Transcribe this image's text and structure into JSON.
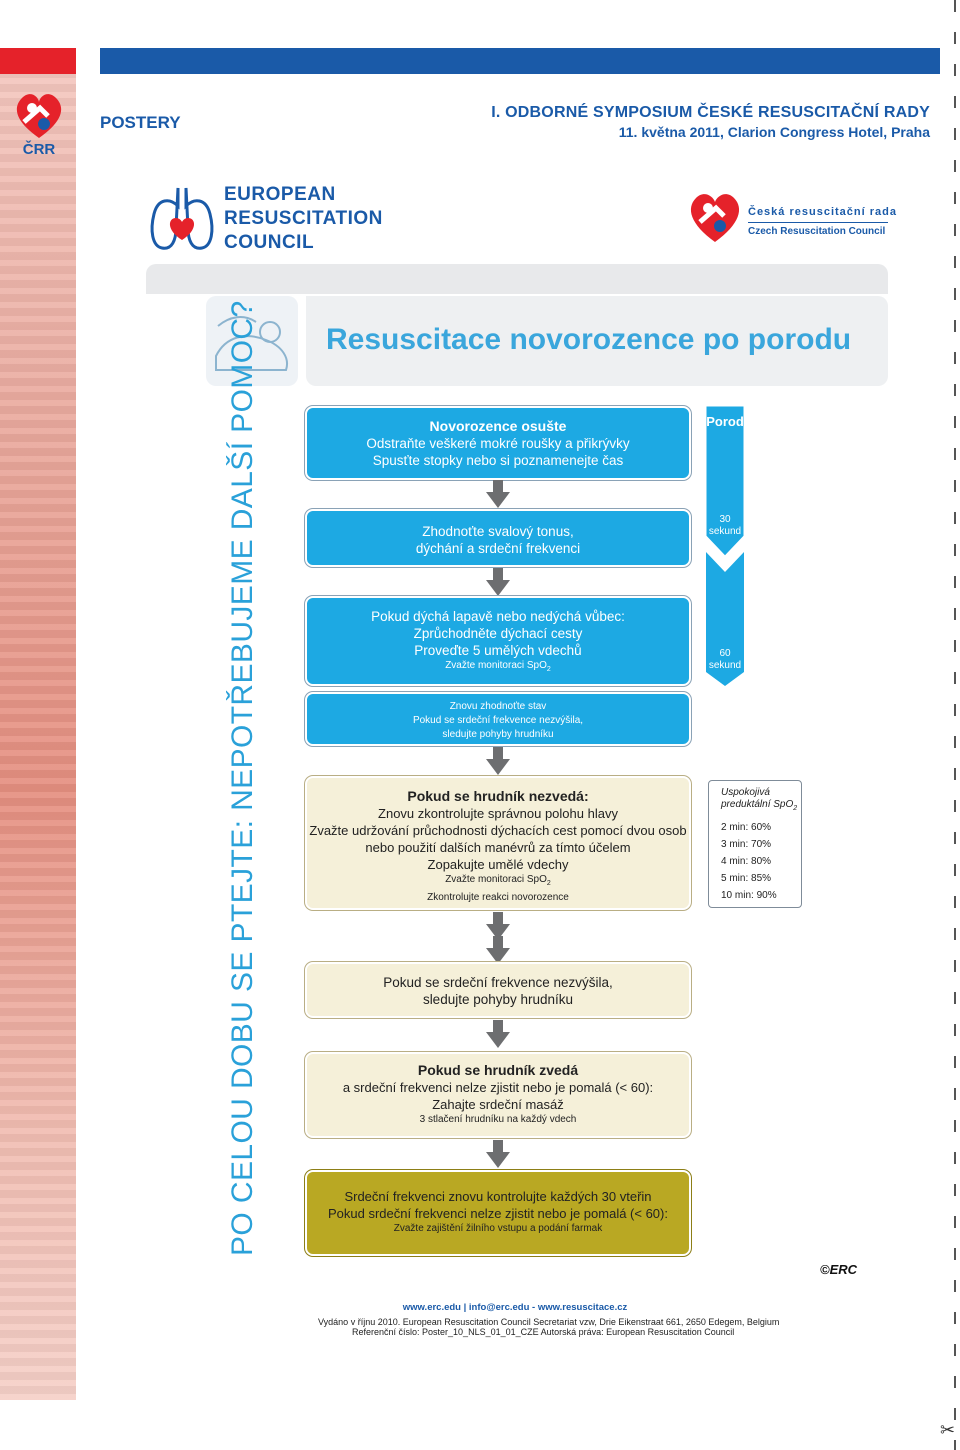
{
  "header": {
    "section_label": "POSTERY",
    "symposium_title": "I. ODBORNÉ SYMPOSIUM ČESKÉ RESUSCITAČNÍ RADY",
    "symposium_date": "11. května 2011, Clarion Congress Hotel, Praha",
    "crr_logo_text": "ČRR"
  },
  "poster": {
    "erc_line1": "EUROPEAN",
    "erc_line2": "RESUSCITATION",
    "erc_line3": "COUNCIL",
    "cz_line1": "Česká resuscitační rada",
    "cz_line2": "Czech Resuscitation Council",
    "title": "Resuscitace novorozence po porodu",
    "vertical_text": "PO CELOU DOBU SE PTEJTE: NEPOTŘEBUJEME DALŠÍ POMOC?"
  },
  "flow": {
    "b1_title": "Novorozence osušte",
    "b1_l1": "Odstraňte veškeré mokré roušky a přikrývky",
    "b1_l2": "Spusťte stopky nebo si poznamenejte čas",
    "b2_l1": "Zhodnoťte svalový tonus,",
    "b2_l2": "dýchání a srdeční frekvenci",
    "b3_l1": "Pokud dýchá lapavě nebo nedýchá vůbec:",
    "b3_l2": "Zprůchodněte dýchací cesty",
    "b3_l3": "Proveďte 5 umělých vdechů",
    "b3_l4": "Zvažte monitoraci SpO",
    "b4_l1": "Znovu zhodnoťte stav",
    "b4_l2": "Pokud se srdeční frekvence nezvýšila,",
    "b4_l3": "sledujte pohyby hrudníku",
    "b5_title": "Pokud se hrudník nezvedá:",
    "b5_l1": "Znovu zkontrolujte správnou polohu hlavy",
    "b5_l2": "Zvažte udržování průchodnosti dýchacích cest pomocí dvou osob",
    "b5_l3": "nebo použití dalších manévrů za tímto účelem",
    "b5_l4": "Zopakujte umělé vdechy",
    "b5_l5": "Zvažte monitoraci SpO",
    "b5_l6": "Zkontrolujte reakci novorozence",
    "b6_l1": "Pokud se srdeční frekvence nezvýšila,",
    "b6_l2": "sledujte pohyby hrudníku",
    "b7_title": "Pokud se hrudník zvedá",
    "b7_l1": "a srdeční frekvenci nelze zjistit nebo je pomalá (< 60):",
    "b7_l2": "Zahajte srdeční masáž",
    "b7_l3": "3 stlačení hrudníku na každý vdech",
    "b8_l1": "Srdeční frekvenci znovu kontrolujte každých 30 vteřin",
    "b8_l2": "Pokud srdeční frekvenci nelze zjistit nebo je pomalá (< 60):",
    "b8_l3": "Zvažte zajištění žilního vstupu a podání farmak",
    "subscript": "2"
  },
  "timeline": {
    "label": "Porod",
    "t30_num": "30",
    "t30_unit": "sekund",
    "t60_num": "60",
    "t60_unit": "sekund"
  },
  "spo2_table": {
    "head1": "Uspokojivá",
    "head2": "preduktální SpO",
    "sub": "2",
    "rows": [
      "2 min: 60%",
      "3 min: 70%",
      "4 min: 80%",
      "5 min: 85%",
      "10 min: 90%"
    ]
  },
  "footer": {
    "erc_mark": "©ERC",
    "links": "www.erc.edu | info@erc.edu - www.resuscitace.cz",
    "line1": "Vydáno v říjnu 2010. European Resuscitation Council Secretariat vzw, Drie Eikenstraat 661, 2650 Edegem, Belgium",
    "line2": "Referenční číslo: Poster_10_NLS_01_01_CZE Autorská práva: European Resuscitation Council"
  },
  "colors": {
    "brand_blue": "#1a5aa8",
    "box_blue": "#1da9e3",
    "box_beige": "#f5f0d9",
    "box_olive": "#b9a823",
    "accent_red": "#e5222a"
  }
}
